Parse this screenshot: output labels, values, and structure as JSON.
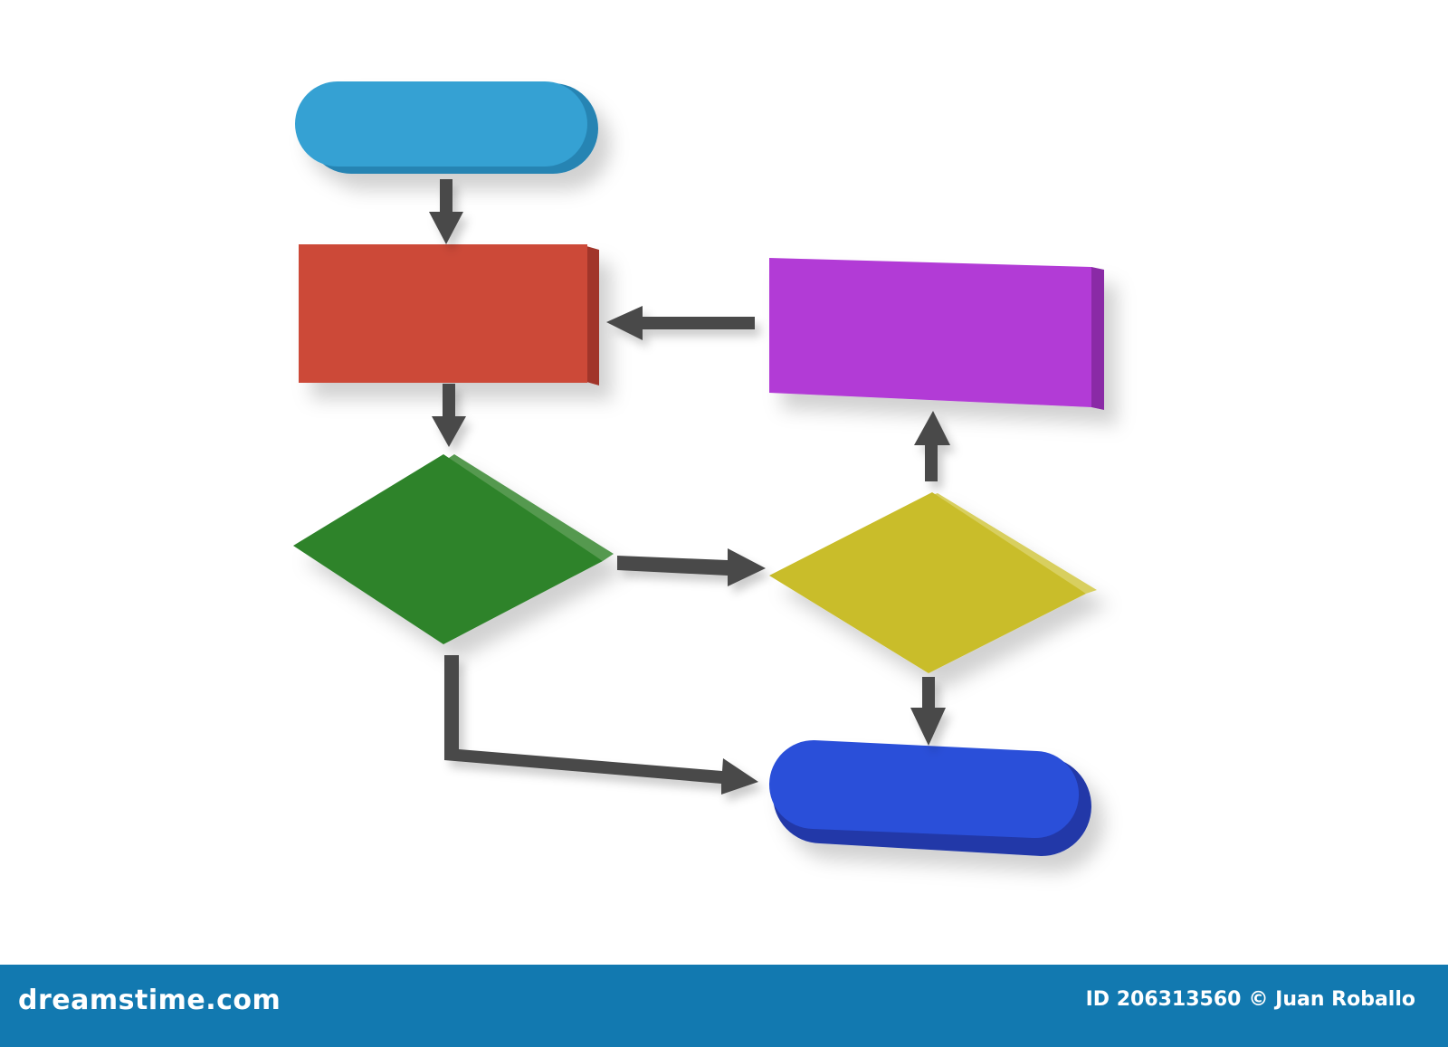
{
  "colors": {
    "start_terminal": "#34a1d3",
    "process_box": "#cc4a39",
    "right_process_box": "#b23bd6",
    "left_decision": "#2d8329",
    "right_decision": "#c9bd2c",
    "end_terminal": "#2c50d9",
    "arrow": "#4a4a4a",
    "footer": "#1279b0"
  },
  "footer": {
    "brand": "dreamstime.com",
    "id_label": "ID 206313560",
    "copyright": "© Juan Roballo"
  }
}
